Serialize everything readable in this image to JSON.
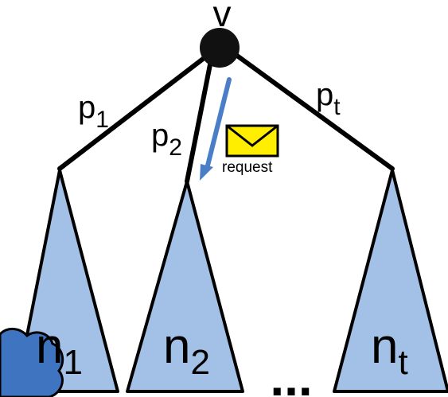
{
  "diagram": {
    "root_label": "v",
    "edges": [
      {
        "label": "p",
        "subscript": "1"
      },
      {
        "label": "p",
        "subscript": "2"
      },
      {
        "label": "p",
        "subscript": "t"
      }
    ],
    "subtrees": [
      {
        "label": "n",
        "subscript": "1"
      },
      {
        "label": "n",
        "subscript": "2"
      },
      {
        "label": "n",
        "subscript": "t"
      }
    ],
    "ellipsis": "...",
    "message": {
      "label": "request",
      "icon": "envelope-icon",
      "arrow_icon": "arrow-down-icon"
    },
    "colors": {
      "subtree_fill": "#a3c0e6",
      "arrow": "#4a7fc8",
      "envelope_fill": "#ffee00",
      "cloud_fill": "#3f74c0",
      "edge": "#000000",
      "node": "#111111"
    }
  }
}
